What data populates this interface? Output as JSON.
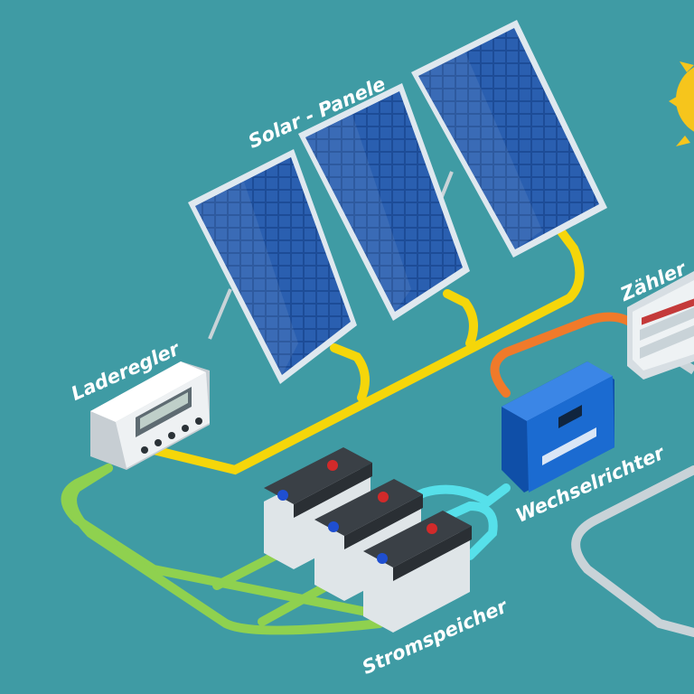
{
  "labels": {
    "solar": "Solar - Panele",
    "charger": "Laderegler",
    "meter": "Zähler",
    "inverter": "Wechselrichter",
    "storage": "Stromspeicher"
  },
  "colors": {
    "background": "#3f9ba4",
    "panel_cell": "#1f4f9a",
    "panel_frame": "#dfe8ef",
    "yellow_cable": "#f5d60a",
    "green_cable": "#8fd14f",
    "cyan_cable": "#56e0ea",
    "orange_cable": "#f07a2a",
    "gray_cable": "#c9d3d8",
    "inverter_blue": "#1b6bd1",
    "sun": "#f6c51c"
  }
}
